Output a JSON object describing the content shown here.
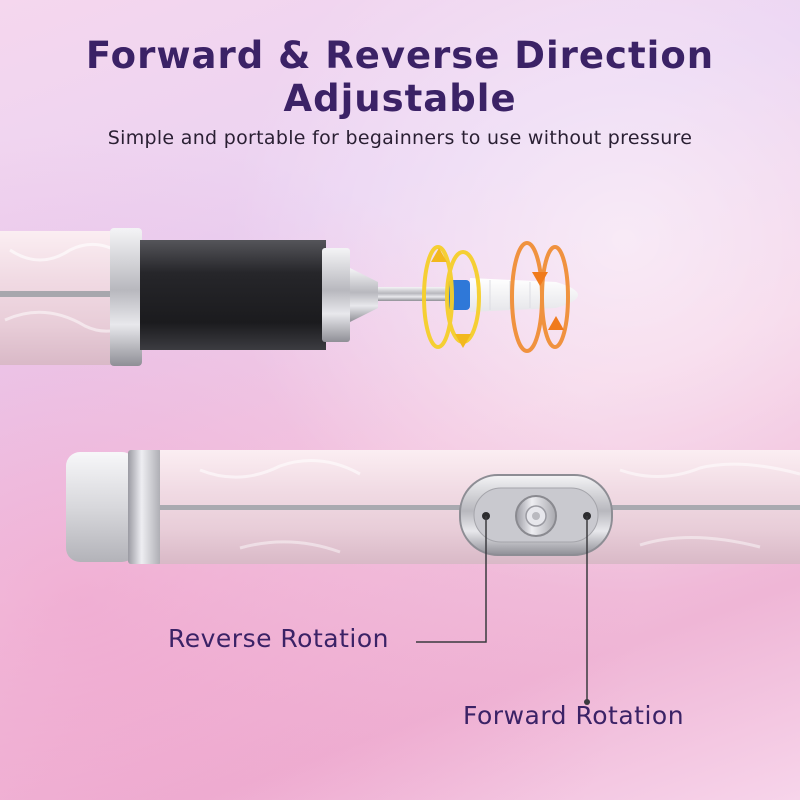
{
  "headline": {
    "line1": "Forward & Reverse Direction",
    "line2": "Adjustable"
  },
  "subheadline": "Simple and portable for begainners to use without pressure",
  "callouts": {
    "reverse": "Reverse Rotation",
    "forward": "Forward Rotation"
  },
  "colors": {
    "title": "#3b2266",
    "pen_body": "#f1dde5",
    "grip": "#2b2b2e",
    "metal": "#c9c9cd",
    "ring_yellow": "#f6cf2a",
    "ring_orange": "#f08a2c",
    "ceramic_bit": "#ffffff",
    "bit_band": "#2f78d8"
  },
  "icons": {
    "direction_arrows": [
      "arrow-up-icon",
      "arrow-down-icon"
    ]
  }
}
